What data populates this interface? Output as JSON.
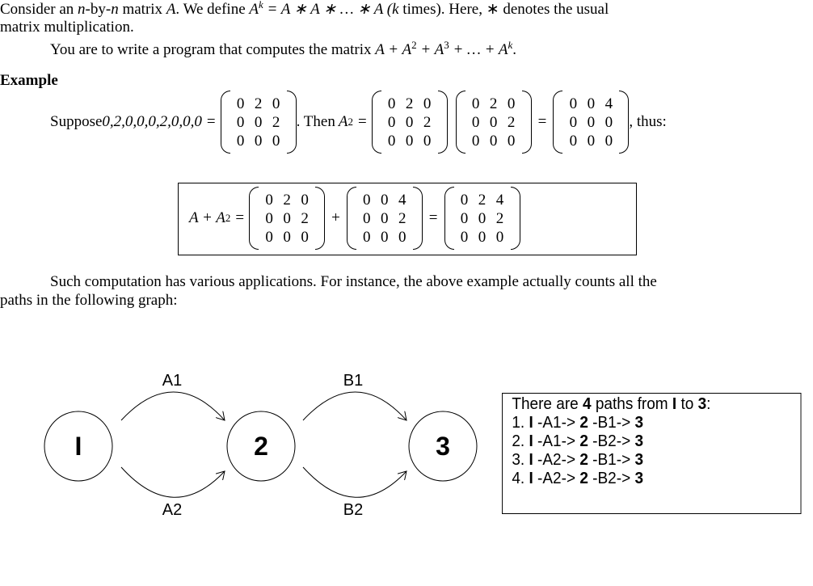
{
  "intro": {
    "l1a": "Consider an ",
    "n": "n",
    "by": "-by-",
    "n2": "n",
    "l1b": " matrix ",
    "A": "A",
    "l1c": ". We define ",
    "Ak": "A",
    "k": "k",
    "l1d": " = A ∗ A ∗ … ∗ A (",
    "k2": "k",
    "l1e": " times). Here, ∗ denotes the usual",
    "l2": "matrix multiplication.",
    "l3a": "You are to write a program that computes the matrix ",
    "l3math": "A + A",
    "s2": "2",
    "l3p": " + A",
    "s3": "3",
    "l3q": " + … + A",
    "sk": "k",
    "l3end": "."
  },
  "example": {
    "heading": "Example",
    "suppose": "Suppose ",
    "A": [
      [
        0,
        2,
        0
      ],
      [
        0,
        0,
        2
      ],
      [
        0,
        0,
        0
      ]
    ],
    " eq": " = ",
    "then": ". Then ",
    "A2": "A",
    "two": "2",
    "eq": " = ",
    "thus": ", thus:",
    "A2m": [
      [
        0,
        0,
        4
      ],
      [
        0,
        0,
        0
      ],
      [
        0,
        0,
        0
      ]
    ],
    "sum_lhs": "A + A",
    "sum_two": "2",
    "sum_eq": " = ",
    "plus": "+",
    "equals": "=",
    "B": [
      [
        0,
        0,
        4
      ],
      [
        0,
        0,
        2
      ],
      [
        0,
        0,
        0
      ]
    ],
    "S": [
      [
        0,
        2,
        4
      ],
      [
        0,
        0,
        2
      ],
      [
        0,
        0,
        0
      ]
    ]
  },
  "para": {
    "l1": "Such computation has various applications. For instance, the above example actually counts all the",
    "l2": "paths in the following graph:"
  },
  "graph": {
    "nodes": [
      "I",
      "2",
      "3"
    ],
    "edges": [
      "A1",
      "A2",
      "B1",
      "B2"
    ]
  },
  "paths": {
    "title_a": "There are ",
    "count": "4",
    "title_b": " paths from ",
    "from": "I",
    "to_word": " to ",
    "to": "3",
    "colon": ":",
    "items": [
      {
        "n": "1. ",
        "a": "I",
        "e1": " -A1-> ",
        "b": "2",
        "e2": " -B1-> ",
        "c": "3"
      },
      {
        "n": "2. ",
        "a": "I",
        "e1": " -A1-> ",
        "b": "2",
        "e2": " -B2-> ",
        "c": "3"
      },
      {
        "n": "3. ",
        "a": "I",
        "e1": " -A2-> ",
        "b": "2",
        "e2": " -B1-> ",
        "c": "3"
      },
      {
        "n": "4. ",
        "a": "I",
        "e1": " -A2-> ",
        "b": "2",
        "e2": " -B2-> ",
        "c": "3"
      }
    ]
  }
}
